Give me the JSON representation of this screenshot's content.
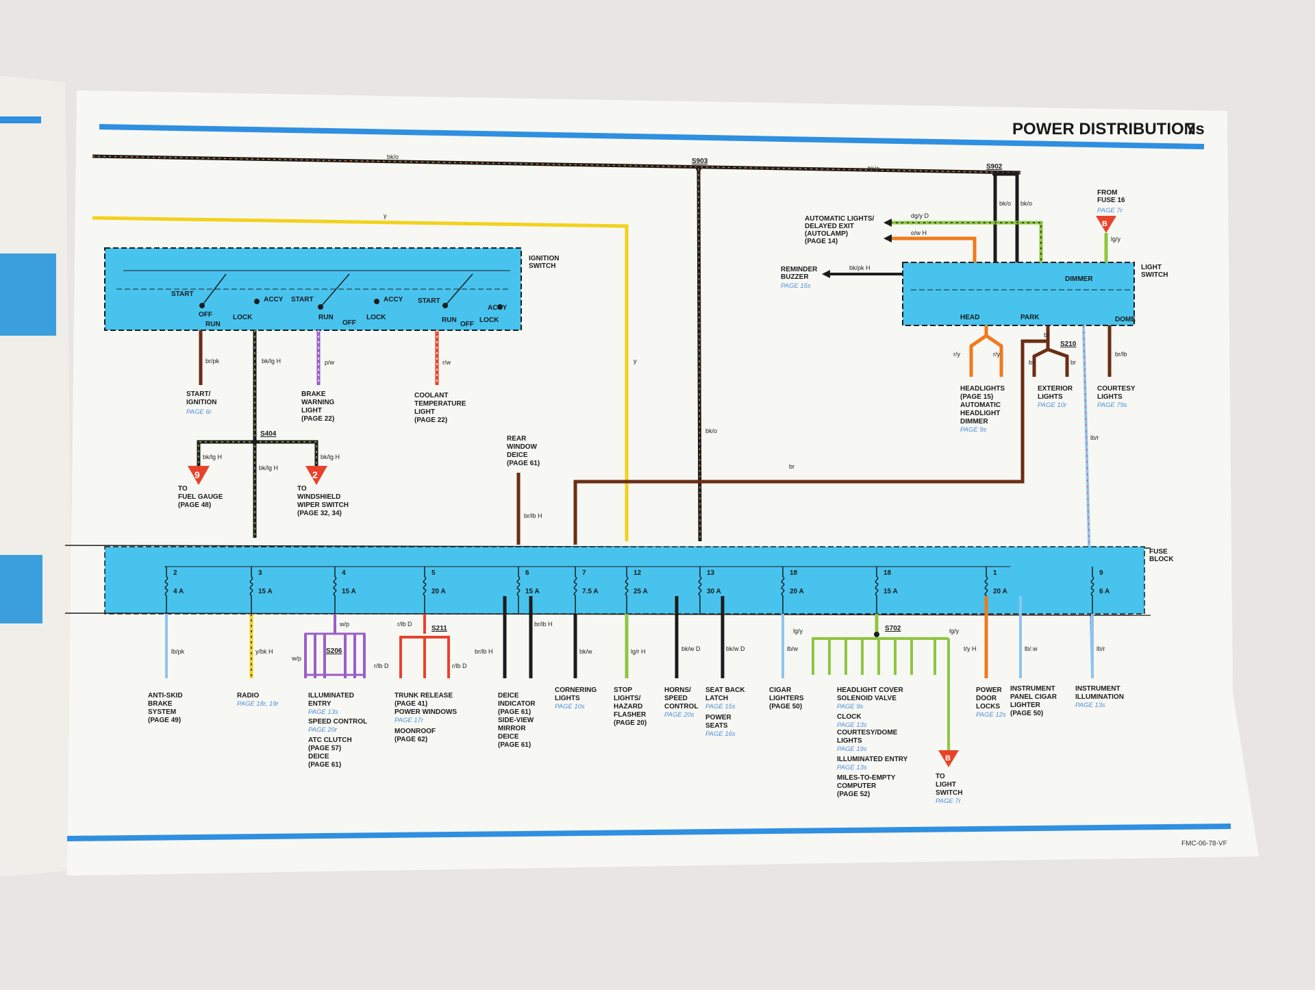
{
  "header": {
    "title": "POWER DISTRIBUTION",
    "page_no": "7s"
  },
  "footer": {
    "code": "FMC-06-78-VF"
  },
  "components": {
    "ignition": "IGNITION\nSWITCH",
    "light_switch": "LIGHT\nSWITCH",
    "fuse_block": "FUSE\nBLOCK",
    "dimmer": "DIMMER",
    "head": "HEAD",
    "park": "PARK",
    "dome": "DOME",
    "ign_positions": [
      "START",
      "OFF",
      "RUN",
      "LOCK",
      "ACCY",
      "START",
      "RUN",
      "OFF",
      "LOCK",
      "ACCY",
      "START",
      "RUN",
      "OFF",
      "LOCK",
      "ACCY"
    ]
  },
  "splices": [
    "S903",
    "S902",
    "S404",
    "S210",
    "S206",
    "S211",
    "S702"
  ],
  "wire_labels": {
    "bk_o": "bk/o",
    "y": "y",
    "br": "br",
    "br_pk": "br/pk",
    "bk_lg_h": "bk/lg H",
    "p_w": "p/w",
    "r_w": "r/w",
    "bk_pk_h": "bk/pk H",
    "dg_y_d": "dg/y D",
    "o_w_h": "o/w H",
    "lg_y": "lg/y",
    "r_y": "r/y",
    "br_lb": "br/lb",
    "lb_r": "lb/r",
    "br_lb_h": "br/lb H",
    "lb_pk": "lb/pk",
    "y_bk_h": "y/bk H",
    "w_p": "w/p",
    "r_lb_d": "r/lb D",
    "bk_w": "bk/w",
    "lg_r_h": "lg/r H",
    "bk_w_d": "bk/w D",
    "lb_w": "lb/w",
    "t_y_h": "t/y H",
    "lb_w2": "lb/.w",
    "lb_r2": "lb/r"
  },
  "fuses": [
    {
      "num": "2",
      "amp": "4 A"
    },
    {
      "num": "3",
      "amp": "15 A"
    },
    {
      "num": "4",
      "amp": "15 A"
    },
    {
      "num": "5",
      "amp": "20 A"
    },
    {
      "num": "6",
      "amp": "15 A"
    },
    {
      "num": "7",
      "amp": "7.5 A"
    },
    {
      "num": "12",
      "amp": "25 A"
    },
    {
      "num": "13",
      "amp": "30 A"
    },
    {
      "num": "18",
      "amp": "20 A"
    },
    {
      "num": "18",
      "amp": "15 A"
    },
    {
      "num": "1",
      "amp": "20 A"
    },
    {
      "num": "9",
      "amp": "6 A"
    }
  ],
  "top_labels": {
    "start_ign": "START/\nIGNITION",
    "start_ign_ref": "PAGE 6r",
    "brake_warn": "BRAKE\nWARNING\nLIGHT\n(PAGE 22)",
    "coolant": "COOLANT\nTEMPERATURE\nLIGHT\n(PAGE 22)",
    "fuel": "TO\nFUEL GAUGE\n(PAGE 48)",
    "wiper": "TO\nWINDSHIELD\nWIPER SWITCH\n(PAGE 32, 34)",
    "rear_deice": "REAR\nWINDOW\nDEICE\n(PAGE 61)",
    "autolamp": "AUTOMATIC LIGHTS/\nDELAYED EXIT\n(AUTOLAMP)\n(PAGE 14)",
    "reminder": "REMINDER\nBUZZER",
    "reminder_ref": "PAGE 15s",
    "from_fuse": "FROM\nFUSE 16",
    "from_fuse_ref": "PAGE 7r",
    "headlights": "HEADLIGHTS\n(PAGE 15)\nAUTOMATIC\nHEADLIGHT\nDIMMER",
    "headlights_ref": "PAGE 9s",
    "exterior": "EXTERIOR\nLIGHTS",
    "exterior_ref": "PAGE 10r",
    "courtesy": "COURTESY\nLIGHTS",
    "courtesy_ref": "PAGE 79s",
    "conn_9": "9",
    "conn_2": "2",
    "conn_b": "B"
  },
  "bottom_labels": [
    {
      "text": "ANTI-SKID\nBRAKE\nSYSTEM\n(PAGE 49)",
      "ref": ""
    },
    {
      "text": "RADIO",
      "ref": "PAGE 18r, 19r"
    },
    {
      "text": "ILLUMINATED\nENTRY",
      "ref": "PAGE 13s"
    },
    {
      "text": "SPEED CONTROL",
      "ref": "PAGE 20r"
    },
    {
      "text": "ATC CLUTCH\n(PAGE 57)\nDEICE\n(PAGE 61)",
      "ref": ""
    },
    {
      "text": "TRUNK RELEASE\n(PAGE 41)\nPOWER WINDOWS",
      "ref": "PAGE 17r"
    },
    {
      "text": "MOONROOF\n(PAGE 62)",
      "ref": ""
    },
    {
      "text": "DEICE\nINDICATOR\n(PAGE 61)\nSIDE-VIEW\nMIRROR\nDEICE\n(PAGE 61)",
      "ref": ""
    },
    {
      "text": "CORNERING\nLIGHTS",
      "ref": "PAGE 10s"
    },
    {
      "text": "STOP\nLIGHTS/\nHAZARD\nFLASHER\n(PAGE 20)",
      "ref": ""
    },
    {
      "text": "HORNS/\nSPEED\nCONTROL",
      "ref": "PAGE 20s"
    },
    {
      "text": "SEAT BACK\nLATCH",
      "ref": "PAGE 15s"
    },
    {
      "text": "POWER\nSEATS",
      "ref": "PAGE 16s"
    },
    {
      "text": "CIGAR\nLIGHTERS\n(PAGE 50)",
      "ref": ""
    },
    {
      "text": "HEADLIGHT COVER\nSOLENOID VALVE",
      "ref": "PAGE 9s"
    },
    {
      "text": "CLOCK",
      "ref": "PAGE 13s"
    },
    {
      "text": "COURTESY/DOME\nLIGHTS",
      "ref": "PAGE 19s"
    },
    {
      "text": "ILLUMINATED ENTRY",
      "ref": "PAGE 13s"
    },
    {
      "text": "MILES-TO-EMPTY\nCOMPUTER\n(PAGE 52)",
      "ref": ""
    },
    {
      "text": "TO\nLIGHT\nSWITCH",
      "ref": "PAGE 7r"
    },
    {
      "text": "POWER\nDOOR\nLOCKS",
      "ref": "PAGE 12s"
    },
    {
      "text": "INSTRUMENT\nPANEL CIGAR\nLIGHTER\n(PAGE 50)",
      "ref": ""
    },
    {
      "text": "INSTRUMENT\nILLUMINATION",
      "ref": "PAGE 13s"
    }
  ],
  "colors": {
    "blue_band": "#2f8fe0",
    "component_fill": "#47c3ee",
    "yellow": "#f2d21b",
    "brown": "#6b2d14",
    "black": "#1c1c1c",
    "orange": "#f07a1c",
    "green": "#8dc63f",
    "red": "#e8432a",
    "purple": "#9a5ec8",
    "light_blue": "#8fc4ec",
    "paper": "#f7f7f4"
  }
}
